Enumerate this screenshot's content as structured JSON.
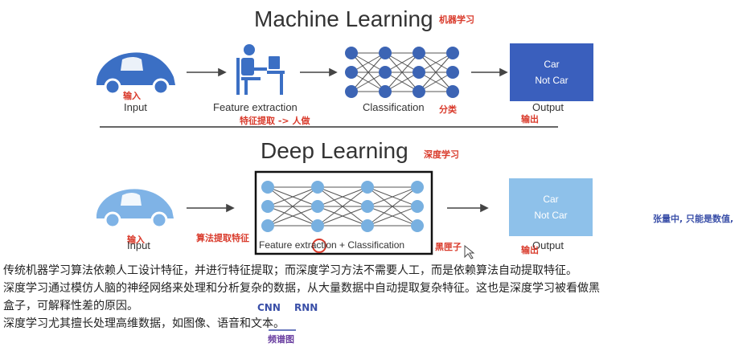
{
  "ml": {
    "title": "Machine Learning",
    "title_note": "机器学习",
    "input_label": "Input",
    "input_note": "输入",
    "feature_label": "Feature extraction",
    "feature_note": "特征提取 -> 人做",
    "class_label": "Classification",
    "class_note": "分类",
    "output_label": "Output",
    "output_note": "输出",
    "box_line1": "Car",
    "box_line2": "Not Car"
  },
  "dl": {
    "title": "Deep Learning",
    "title_note": "深度学习",
    "input_label": "Input",
    "input_note": "输入",
    "algo_note": "算法提取特征",
    "net_label": "Feature extraction + Classification",
    "blackbox_note": "黑匣子",
    "output_label": "Output",
    "output_note": "输出",
    "box_line1": "Car",
    "box_line2": "Not Car",
    "side_note": "张量中, 只能是数值,"
  },
  "text": {
    "line1": "传统机器学习算法依赖人工设计特征，并进行特征提取；而深度学习方法不需要人工，而是依赖算法自动提取特征。",
    "line2": "深度学习通过模仿人脑的神经网络来处理和分析复杂的数据，从大量数据中自动提取复杂特征。这也是深度学习被看做黑",
    "line3": "盒子，可解释性差的原因。",
    "line4": "深度学习尤其擅长处理高维数据，如图像、语音和文本。",
    "cnn": "CNN",
    "rnn": "RNN",
    "spectrogram": "频谱图"
  },
  "colors": {
    "car_dark": "#3b6fc4",
    "car_light": "#7fb3e6",
    "box_dark": "#3a5fbd",
    "box_light": "#8ec1ea",
    "node_dark": "#3c64b4",
    "node_light": "#78b0e0",
    "annotation_red": "#d93a2b"
  }
}
